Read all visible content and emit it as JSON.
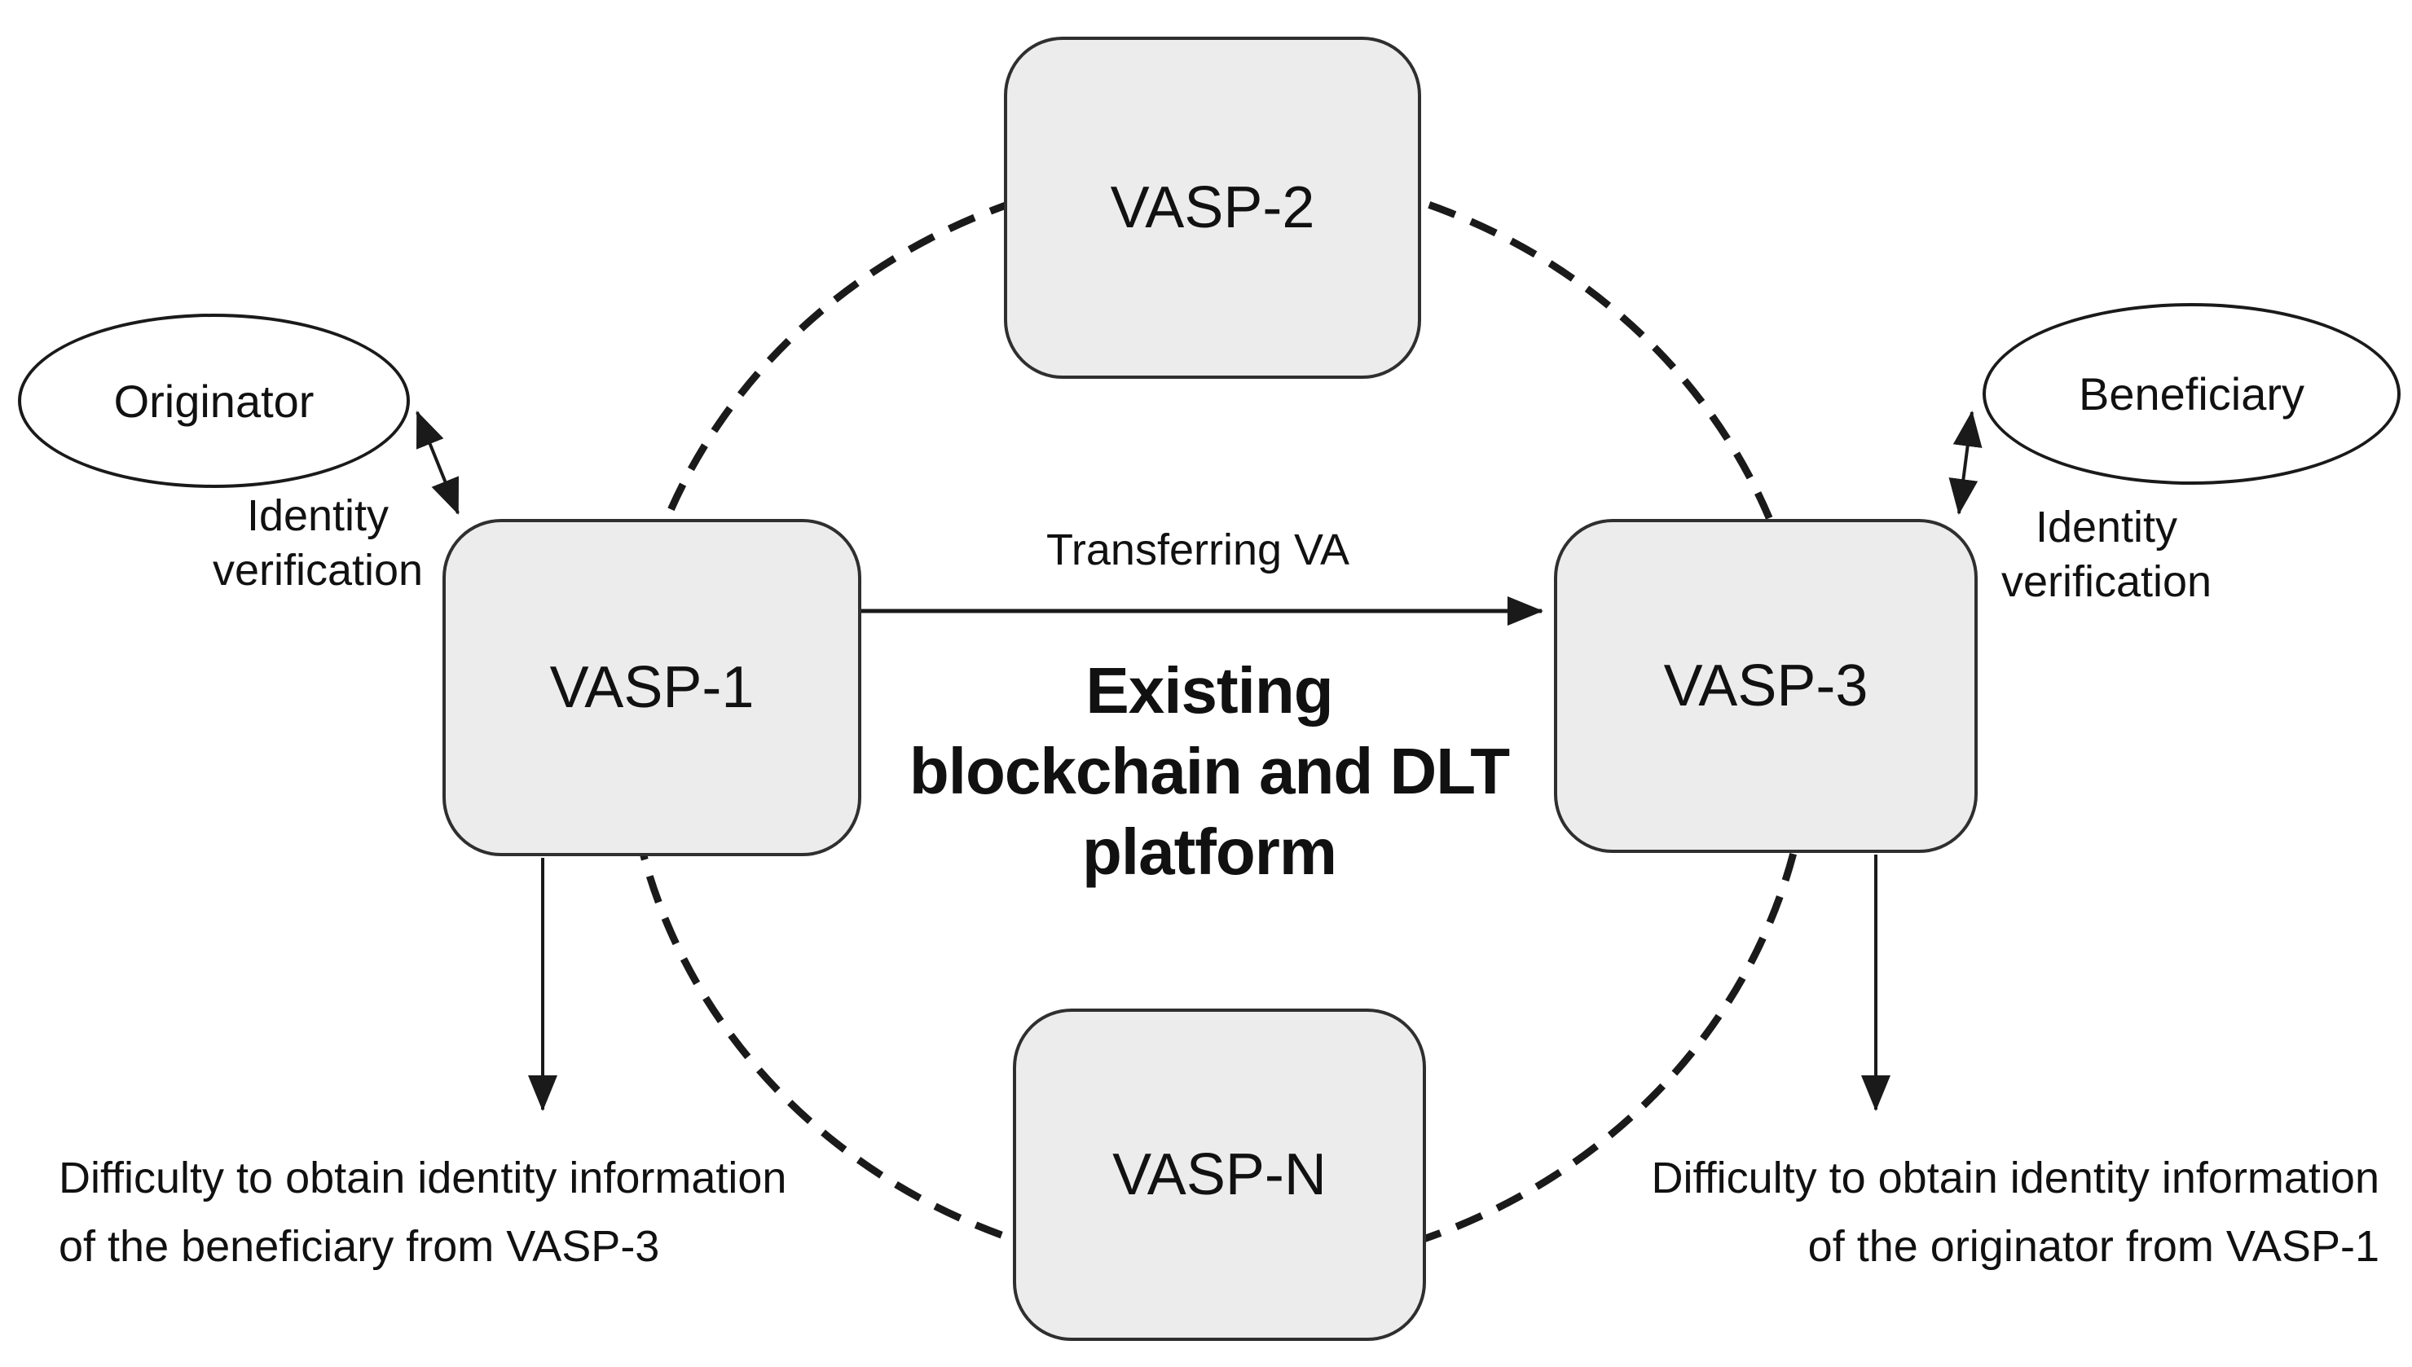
{
  "diagram": {
    "nodes": {
      "vasp1": "VASP-1",
      "vasp2": "VASP-2",
      "vasp3": "VASP-3",
      "vaspn": "VASP-N"
    },
    "actors": {
      "originator": "Originator",
      "beneficiary": "Beneficiary"
    },
    "center_label": {
      "line1": "Existing",
      "line2": "blockchain and DLT",
      "line3": "platform"
    },
    "labels": {
      "transfer": "Transferring VA",
      "identity_left_line1": "Identity",
      "identity_left_line2": "verification",
      "identity_right_line1": "Identity",
      "identity_right_line2": "verification",
      "difficulty_left_line1": "Difficulty to obtain identity information",
      "difficulty_left_line2": "of the beneficiary from VASP-3",
      "difficulty_right_line1": "Difficulty to obtain identity information",
      "difficulty_right_line2": "of the originator from VASP-1"
    },
    "colors": {
      "node_fill": "#ececec",
      "node_border": "#2f2f2f",
      "text": "#111111",
      "line": "#1a1a1a",
      "actor_fill": "#ffffff"
    }
  }
}
